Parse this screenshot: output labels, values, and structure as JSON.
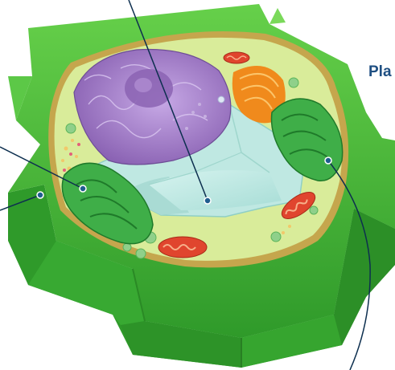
{
  "diagram": {
    "title_fragment": "Pla",
    "title_color": "#1f4f82",
    "leader_line_color": "#0d2f4f",
    "colors": {
      "cell_wall": "#4cc23e",
      "cell_wall_dark": "#2f9a2a",
      "cytoplasm": "#d9ec9a",
      "membrane": "#c5a64d",
      "vacuole": "#bfe8e2",
      "nucleus": "#9b7ac0",
      "chloroplast": "#3fae48",
      "mitochondrion": "#e0452e",
      "golgi": "#f08a1c"
    },
    "structures": [
      {
        "name": "cell-wall"
      },
      {
        "name": "cell-membrane"
      },
      {
        "name": "cytoplasm"
      },
      {
        "name": "central-vacuole"
      },
      {
        "name": "nucleus"
      },
      {
        "name": "chloroplast"
      },
      {
        "name": "mitochondrion"
      },
      {
        "name": "golgi-apparatus"
      }
    ]
  }
}
